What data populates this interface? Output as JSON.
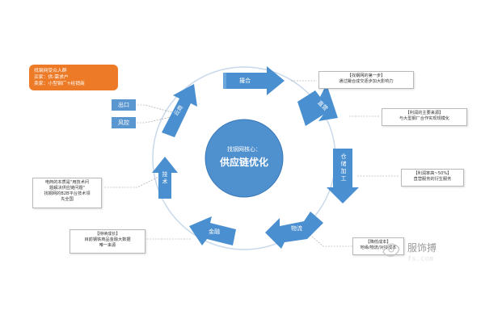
{
  "intro_box": {
    "lines": [
      "找钢网受众人群",
      "买家：供-需求户",
      "卖家：小型钢厂+经销商"
    ]
  },
  "center": {
    "top_label": "找钢网核心：",
    "main_label": "供应链优化"
  },
  "cycle_steps": [
    {
      "id": "matchmaking",
      "label": "撮合"
    },
    {
      "id": "self-operated",
      "label": "直营"
    },
    {
      "id": "warehousing",
      "label": "仓储加工"
    },
    {
      "id": "logistics",
      "label": "物流"
    },
    {
      "id": "finance",
      "label": "金融"
    },
    {
      "id": "technology",
      "label": "技术"
    },
    {
      "id": "cloud-business",
      "label": "云商"
    }
  ],
  "cloud_targets": [
    {
      "label": "出口"
    },
    {
      "label": "风控"
    }
  ],
  "note_boxes": [
    {
      "id": "note-first-step",
      "lines": [
        "【找钢网的第一步】",
        "通过撮合成交逐步加大影响力"
      ]
    },
    {
      "id": "note-profit-source",
      "lines": [
        "【利润的主要来源】",
        "与大型钢厂合作实现规模化"
      ]
    },
    {
      "id": "note-profit-rate",
      "lines": [
        "【利润率高~50%】",
        "直营服务的衍生服务"
      ]
    },
    {
      "id": "note-logistics",
      "lines": [
        "【降低成本】",
        "地缘/物流/对接成本"
      ]
    },
    {
      "id": "note-finance",
      "lines": [
        "【持续成长】",
        "目前钢铁商品金融大数据",
        "唯一来源"
      ]
    },
    {
      "id": "note-tech",
      "lines": [
        "电商的本质是\"用技术问",
        "题解决供应链问题\"",
        "找钢网的B2B平台技术领",
        "先全国"
      ]
    }
  ],
  "watermark": {
    "text": "服饰搏",
    "subtext": "fs.com"
  },
  "colors": {
    "arrow": "#4a8fd0",
    "arrow_dark": "#2f6fb0",
    "ring": "#c9d8ea",
    "center": "#4f90cf",
    "orange": "#ec7a26"
  }
}
